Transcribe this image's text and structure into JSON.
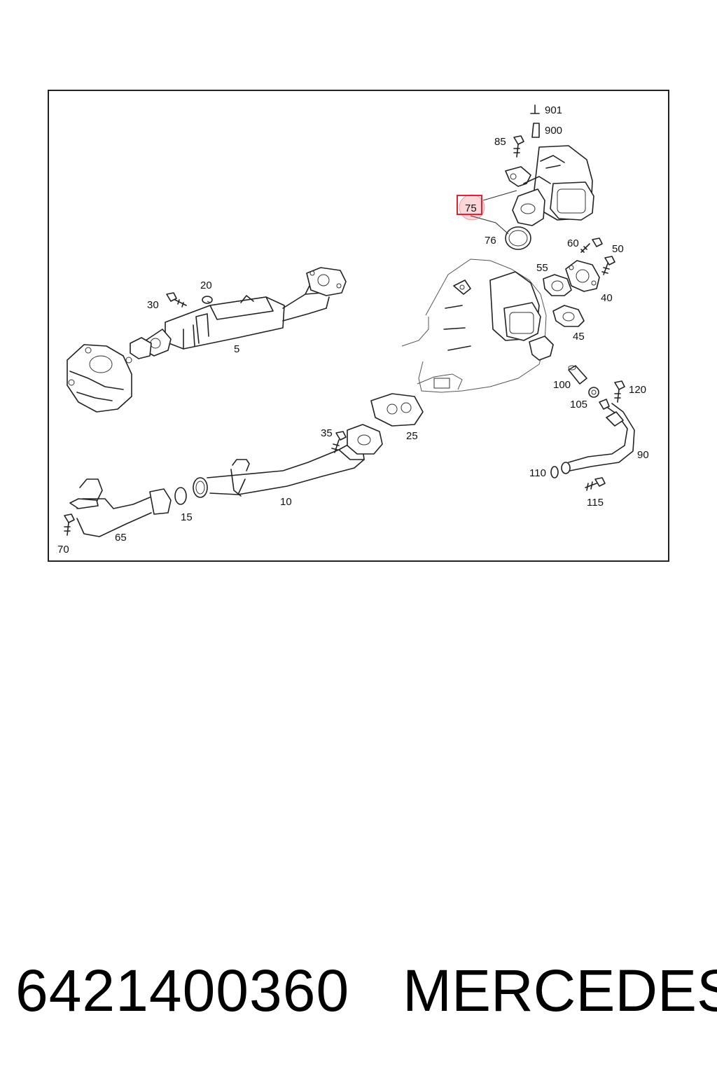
{
  "diagram": {
    "callouts": [
      "901",
      "900",
      "85",
      "75",
      "76",
      "60",
      "50",
      "55",
      "40",
      "45",
      "20",
      "30",
      "5",
      "100",
      "120",
      "105",
      "25",
      "35",
      "90",
      "110",
      "115",
      "10",
      "15",
      "65",
      "70"
    ],
    "highlighted_callout": "75",
    "highlight_color": "#e8202a"
  },
  "footer": {
    "part_number": "6421400360",
    "brand": "MERCEDES"
  }
}
